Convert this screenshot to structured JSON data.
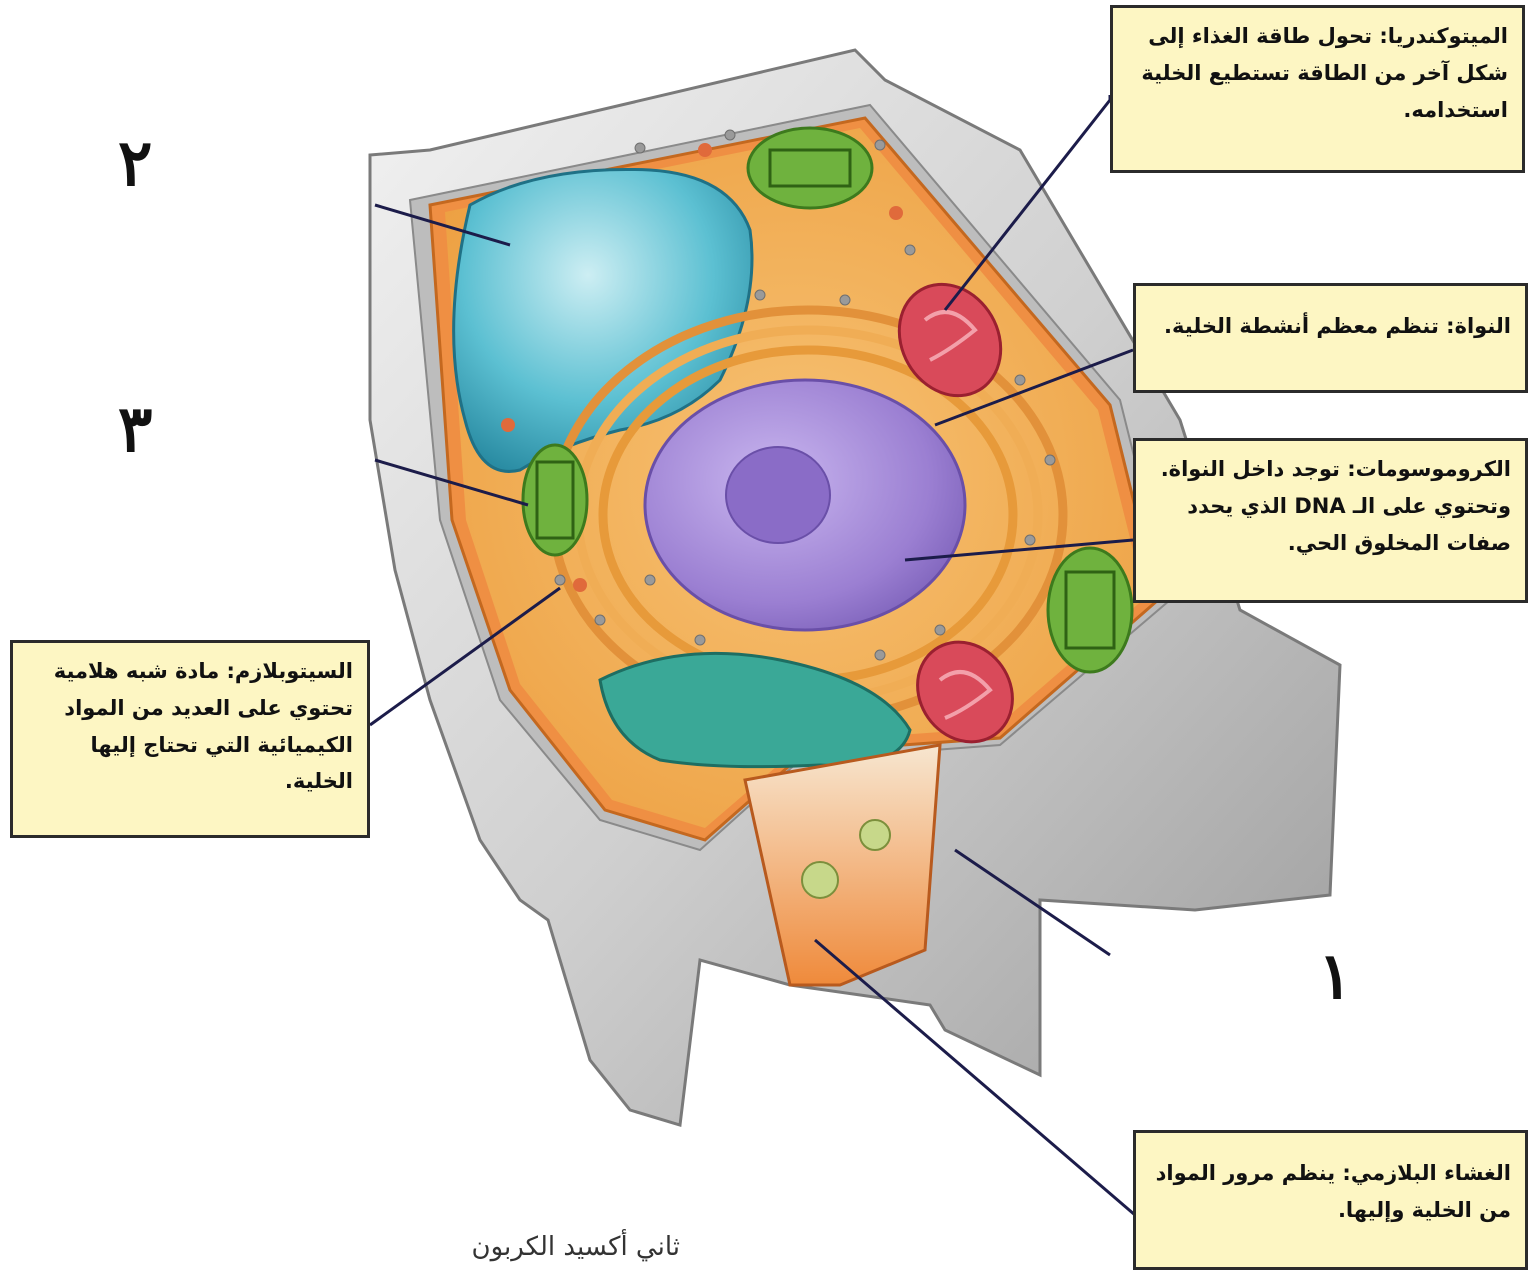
{
  "labels": {
    "mitochondria": "الميتوكندريا: تحول طاقة الغذاء إلى شكل آخر من الطاقة تستطيع الخلية استخدامه.",
    "nucleus": "النواة: تنظم معظم أنشطة الخلية.",
    "chromosomes": "الكروموسومات: توجد داخل النواة. وتحتوي على الـ DNA الذي يحدد صفات المخلوق الحي.",
    "cytoplasm": "السيتوبلازم: مادة شبه هلامية تحتوي على العديد من المواد الكيميائية التي تحتاج إليها الخلية.",
    "plasma_membrane": "الغشاء البلازمي: ينظم مرور المواد من الخلية وإليها."
  },
  "numbers": {
    "n1": "١",
    "n2": "٢",
    "n3": "٣"
  },
  "caption": "ثاني أكسيد الكربون",
  "colors": {
    "wall": "#d4d4d4",
    "cytoplasm": "#f3b35c",
    "vacuole": "#4fb6c9",
    "nucleus": "#a48bd6",
    "chloroplast": "#74b743",
    "mitochondria": "#d94a5a",
    "golgi": "#3aa897",
    "label_bg": "#fdf6c3"
  }
}
